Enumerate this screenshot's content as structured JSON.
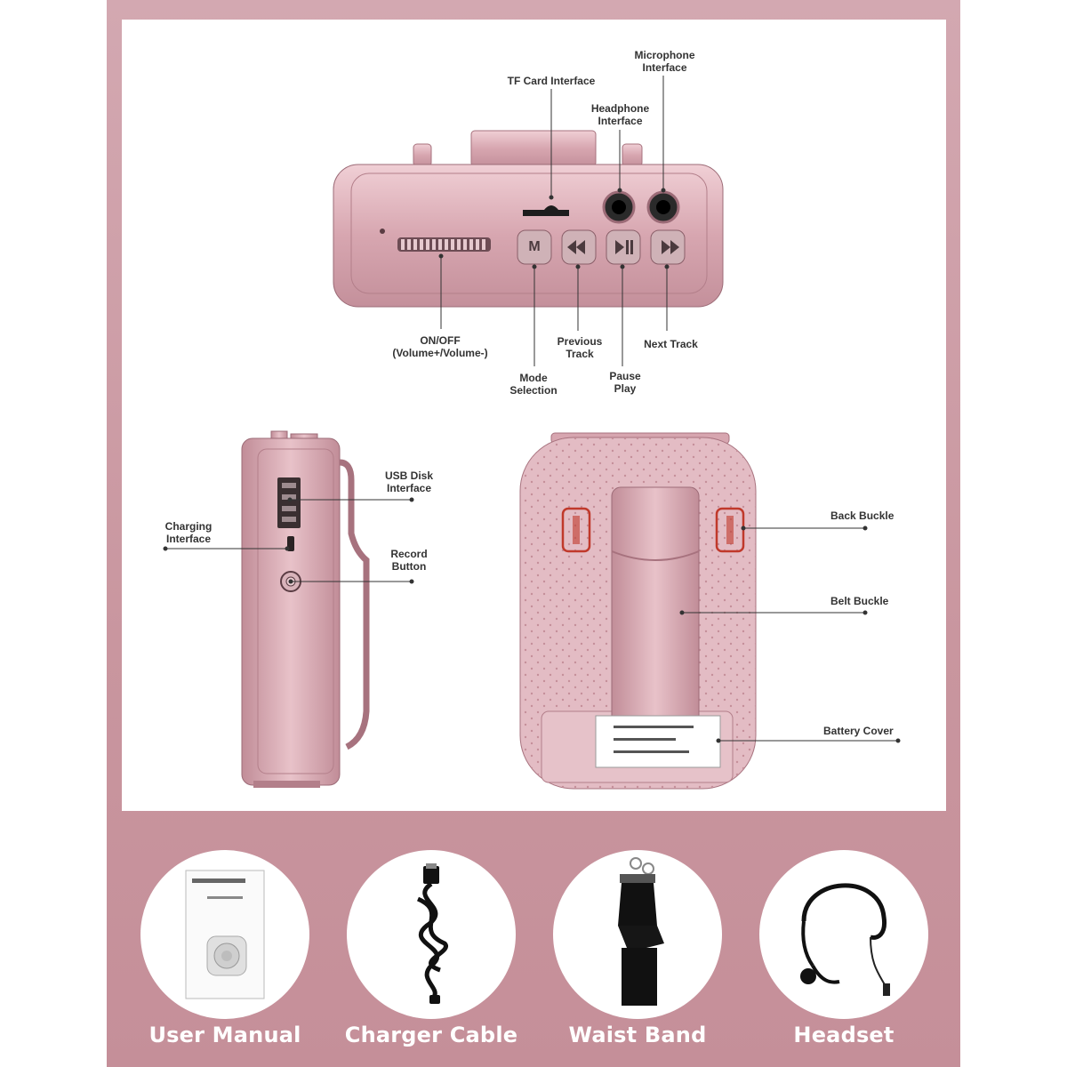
{
  "top_view": {
    "labels": {
      "tf_card": "TF Card Interface",
      "microphone": "Microphone\nInterface",
      "headphone": "Headphone\nInterface",
      "on_off": "ON/OFF\n(Volume+/Volume-)",
      "previous_track": "Previous\nTrack",
      "next_track": "Next Track",
      "mode_selection": "Mode\nSelection",
      "pause_play": "Pause\nPlay"
    },
    "mode_button_glyph": "M"
  },
  "side_view": {
    "labels": {
      "usb_disk": "USB Disk\nInterface",
      "charging": "Charging\nInterface",
      "record": "Record\nButton"
    }
  },
  "back_view": {
    "labels": {
      "back_buckle": "Back Buckle",
      "belt_buckle": "Belt Buckle",
      "battery_cover": "Battery Cover"
    }
  },
  "accessories": [
    {
      "label": "User Manual",
      "icon": "user-manual-icon"
    },
    {
      "label": "Charger Cable",
      "icon": "charger-cable-icon"
    },
    {
      "label": "Waist Band",
      "icon": "waist-band-icon"
    },
    {
      "label": "Headset",
      "icon": "headset-icon"
    }
  ],
  "colors": {
    "rose_gold": "#d9aab4",
    "frame": "#c9969f",
    "label_text": "#ffffff"
  }
}
